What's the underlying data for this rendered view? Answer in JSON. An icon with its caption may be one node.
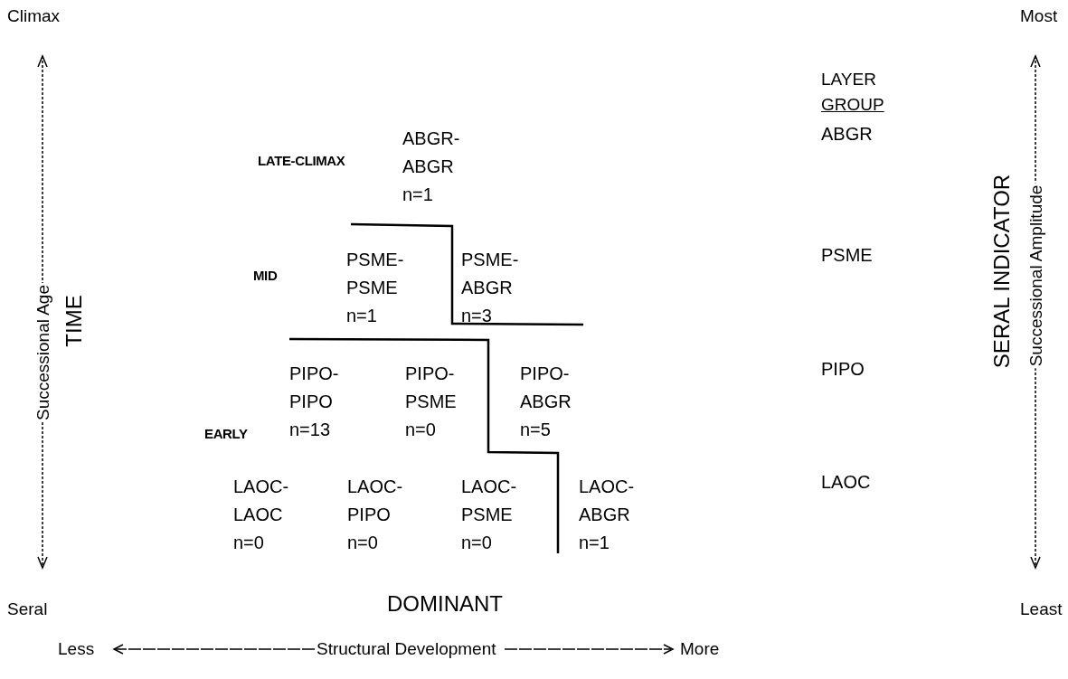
{
  "diagram": {
    "labels": [
      "Climax",
      "Most",
      "LAYER",
      "GROUP",
      "LATE-CLIMAX",
      "ABGR- ABGR n=1",
      "ABGR",
      "Successional Age",
      "TIME",
      "SERAL INDICATOR",
      "Successional Amplitude",
      "MID",
      "PSME- PSME n=1",
      "PSME- ABGR n=3",
      "PSME",
      "PIPO- PIPO n=13",
      "PIPO- PSME n=0",
      "PIPO- ABGR n=5",
      "PIPO",
      "EARLY",
      "LAOC- LAOC n=0",
      "LAOC- PIPO n=0",
      "LAOC- PSME n=0",
      "LAOC- ABGR n=1",
      "LAOC",
      "Seral",
      "DOMINANT",
      "Least",
      "Less",
      "Structural Development",
      "More"
    ]
  }
}
